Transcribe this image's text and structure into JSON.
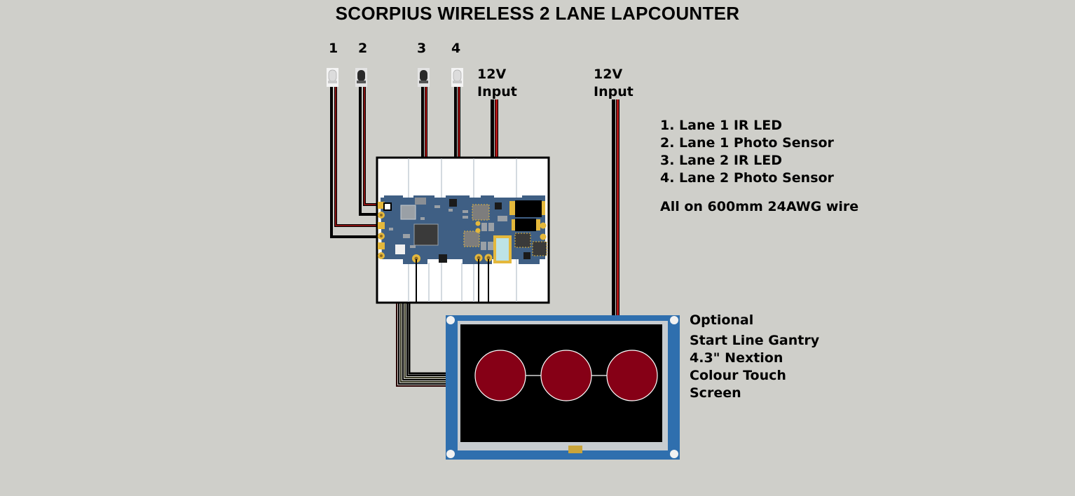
{
  "title": "SCORPIUS WIRELESS 2 LANE LAPCOUNTER",
  "sensors": [
    {
      "number": "1",
      "type": "clear-led"
    },
    {
      "number": "2",
      "type": "dark-sensor"
    },
    {
      "number": "3",
      "type": "dark-sensor"
    },
    {
      "number": "4",
      "type": "clear-led"
    }
  ],
  "power_inputs": [
    {
      "line1": "12V",
      "line2": "Input",
      "target": "lapcounter-board"
    },
    {
      "line1": "12V",
      "line2": "Input",
      "target": "display-screen"
    }
  ],
  "legend": {
    "items": [
      "1. Lane 1 IR LED",
      "2. Lane 1 Photo Sensor",
      "3. Lane 2 IR LED",
      "4. Lane 2 Photo Sensor"
    ],
    "note": "All on 600mm 24AWG wire"
  },
  "display": {
    "lines": [
      "Optional",
      "Start Line Gantry",
      "4.3\" Nextion",
      "Colour Touch",
      "Screen"
    ],
    "start_lights_count": 3,
    "start_light_color": "#860016"
  },
  "colors": {
    "background": "#cfcfca",
    "wire_black": "#000000",
    "wire_red": "#b01515",
    "pcb_blue": "#3f5f84",
    "pad_gold": "#e4b83c",
    "screen_frame": "#2f6fae"
  }
}
